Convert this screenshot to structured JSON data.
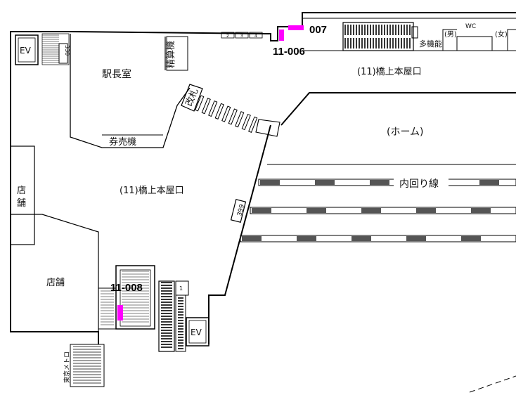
{
  "map": {
    "labels": {
      "ev_top": "EV",
      "ev_bottom": "EV",
      "stationmaster_office": "駅長室",
      "fare_adjustment_machine": "精算機",
      "ticket_gate": "改札",
      "ticket_machine": "券売機",
      "exit_upper": "(11)橋上本屋口",
      "exit_center": "(11)橋上本屋口",
      "platform": "(ホーム)",
      "uchimawari_line": "内回り線",
      "shop_left": "店舗",
      "shop_lower": "店舗",
      "tokyo_metro": "東京メトロ",
      "multi_function_toilet": "多機能",
      "wc": "WC",
      "mens_toilet": "(男)",
      "womens_toilet": "(女)",
      "pillar_330": "330",
      "pillar_399": "399",
      "locker_1": "2",
      "locker_2": "3",
      "locker_3": "4",
      "stair_number": "1"
    },
    "markers": [
      {
        "id": "marker-007",
        "label": "007"
      },
      {
        "id": "marker-11-006",
        "label": "11-006"
      },
      {
        "id": "marker-11-008",
        "label": "11-008"
      }
    ],
    "colors": {
      "marker": "#ff00ff",
      "line": "#000000",
      "track": "#555555"
    }
  }
}
